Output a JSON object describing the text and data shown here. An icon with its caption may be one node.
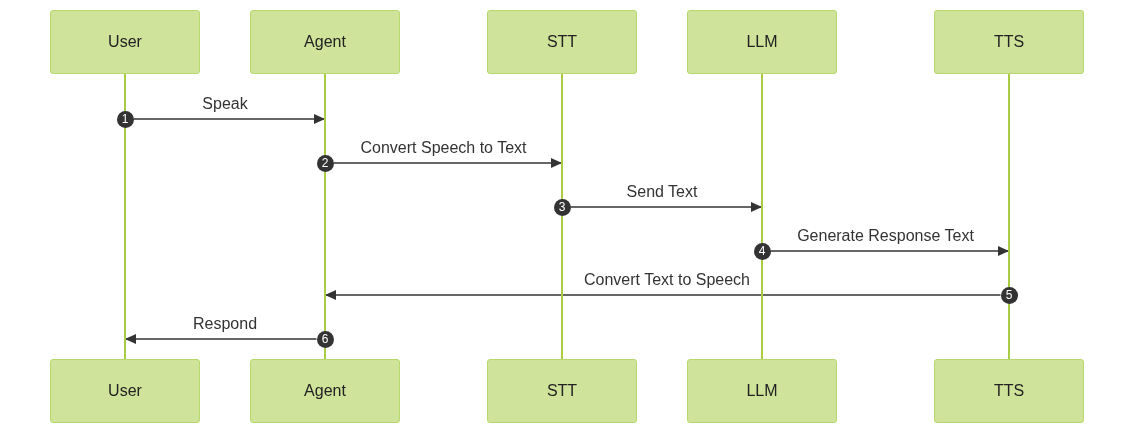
{
  "diagram": {
    "nodes": [
      {
        "text": [
          "User"
        ]
      },
      {
        "text": [
          "Agent"
        ]
      },
      {
        "text": [
          "STT"
        ]
      },
      {
        "text": [
          "LLM"
        ]
      },
      {
        "text": [
          "TTS"
        ]
      },
      {
        "text": [],
        "shape": "bar"
      },
      {
        "text": [],
        "shape": "bar"
      },
      {
        "text": [],
        "shape": "bar"
      },
      {
        "text": [],
        "shape": "bar"
      },
      {
        "text": [],
        "shape": "bar"
      },
      {
        "text": [
          "1"
        ]
      },
      {
        "text": [
          "2"
        ]
      },
      {
        "text": [
          "3"
        ]
      },
      {
        "text": [
          "4"
        ]
      },
      {
        "text": [
          "5"
        ]
      },
      {
        "text": [
          "6"
        ]
      },
      {
        "text": [
          "User"
        ]
      },
      {
        "text": [
          "Agent"
        ]
      },
      {
        "text": [
          "STT"
        ]
      },
      {
        "text": [
          "LLM"
        ]
      },
      {
        "text": [
          "TTS"
        ]
      }
    ],
    "edges": [
      {
        "from": 10,
        "to": 6,
        "arrow": "to",
        "label": "Speak"
      },
      {
        "from": 11,
        "to": 7,
        "arrow": "to",
        "label": "Convert Speech to Text"
      },
      {
        "from": 12,
        "to": 8,
        "arrow": "to",
        "label": "Send Text"
      },
      {
        "from": 13,
        "to": 9,
        "arrow": "to",
        "label": "Generate Response Text"
      },
      {
        "from": 14,
        "to": 6,
        "arrow": "to",
        "label": "Convert Text to Speech"
      },
      {
        "from": 15,
        "to": 5,
        "arrow": "to",
        "label": "Respond"
      }
    ]
  }
}
